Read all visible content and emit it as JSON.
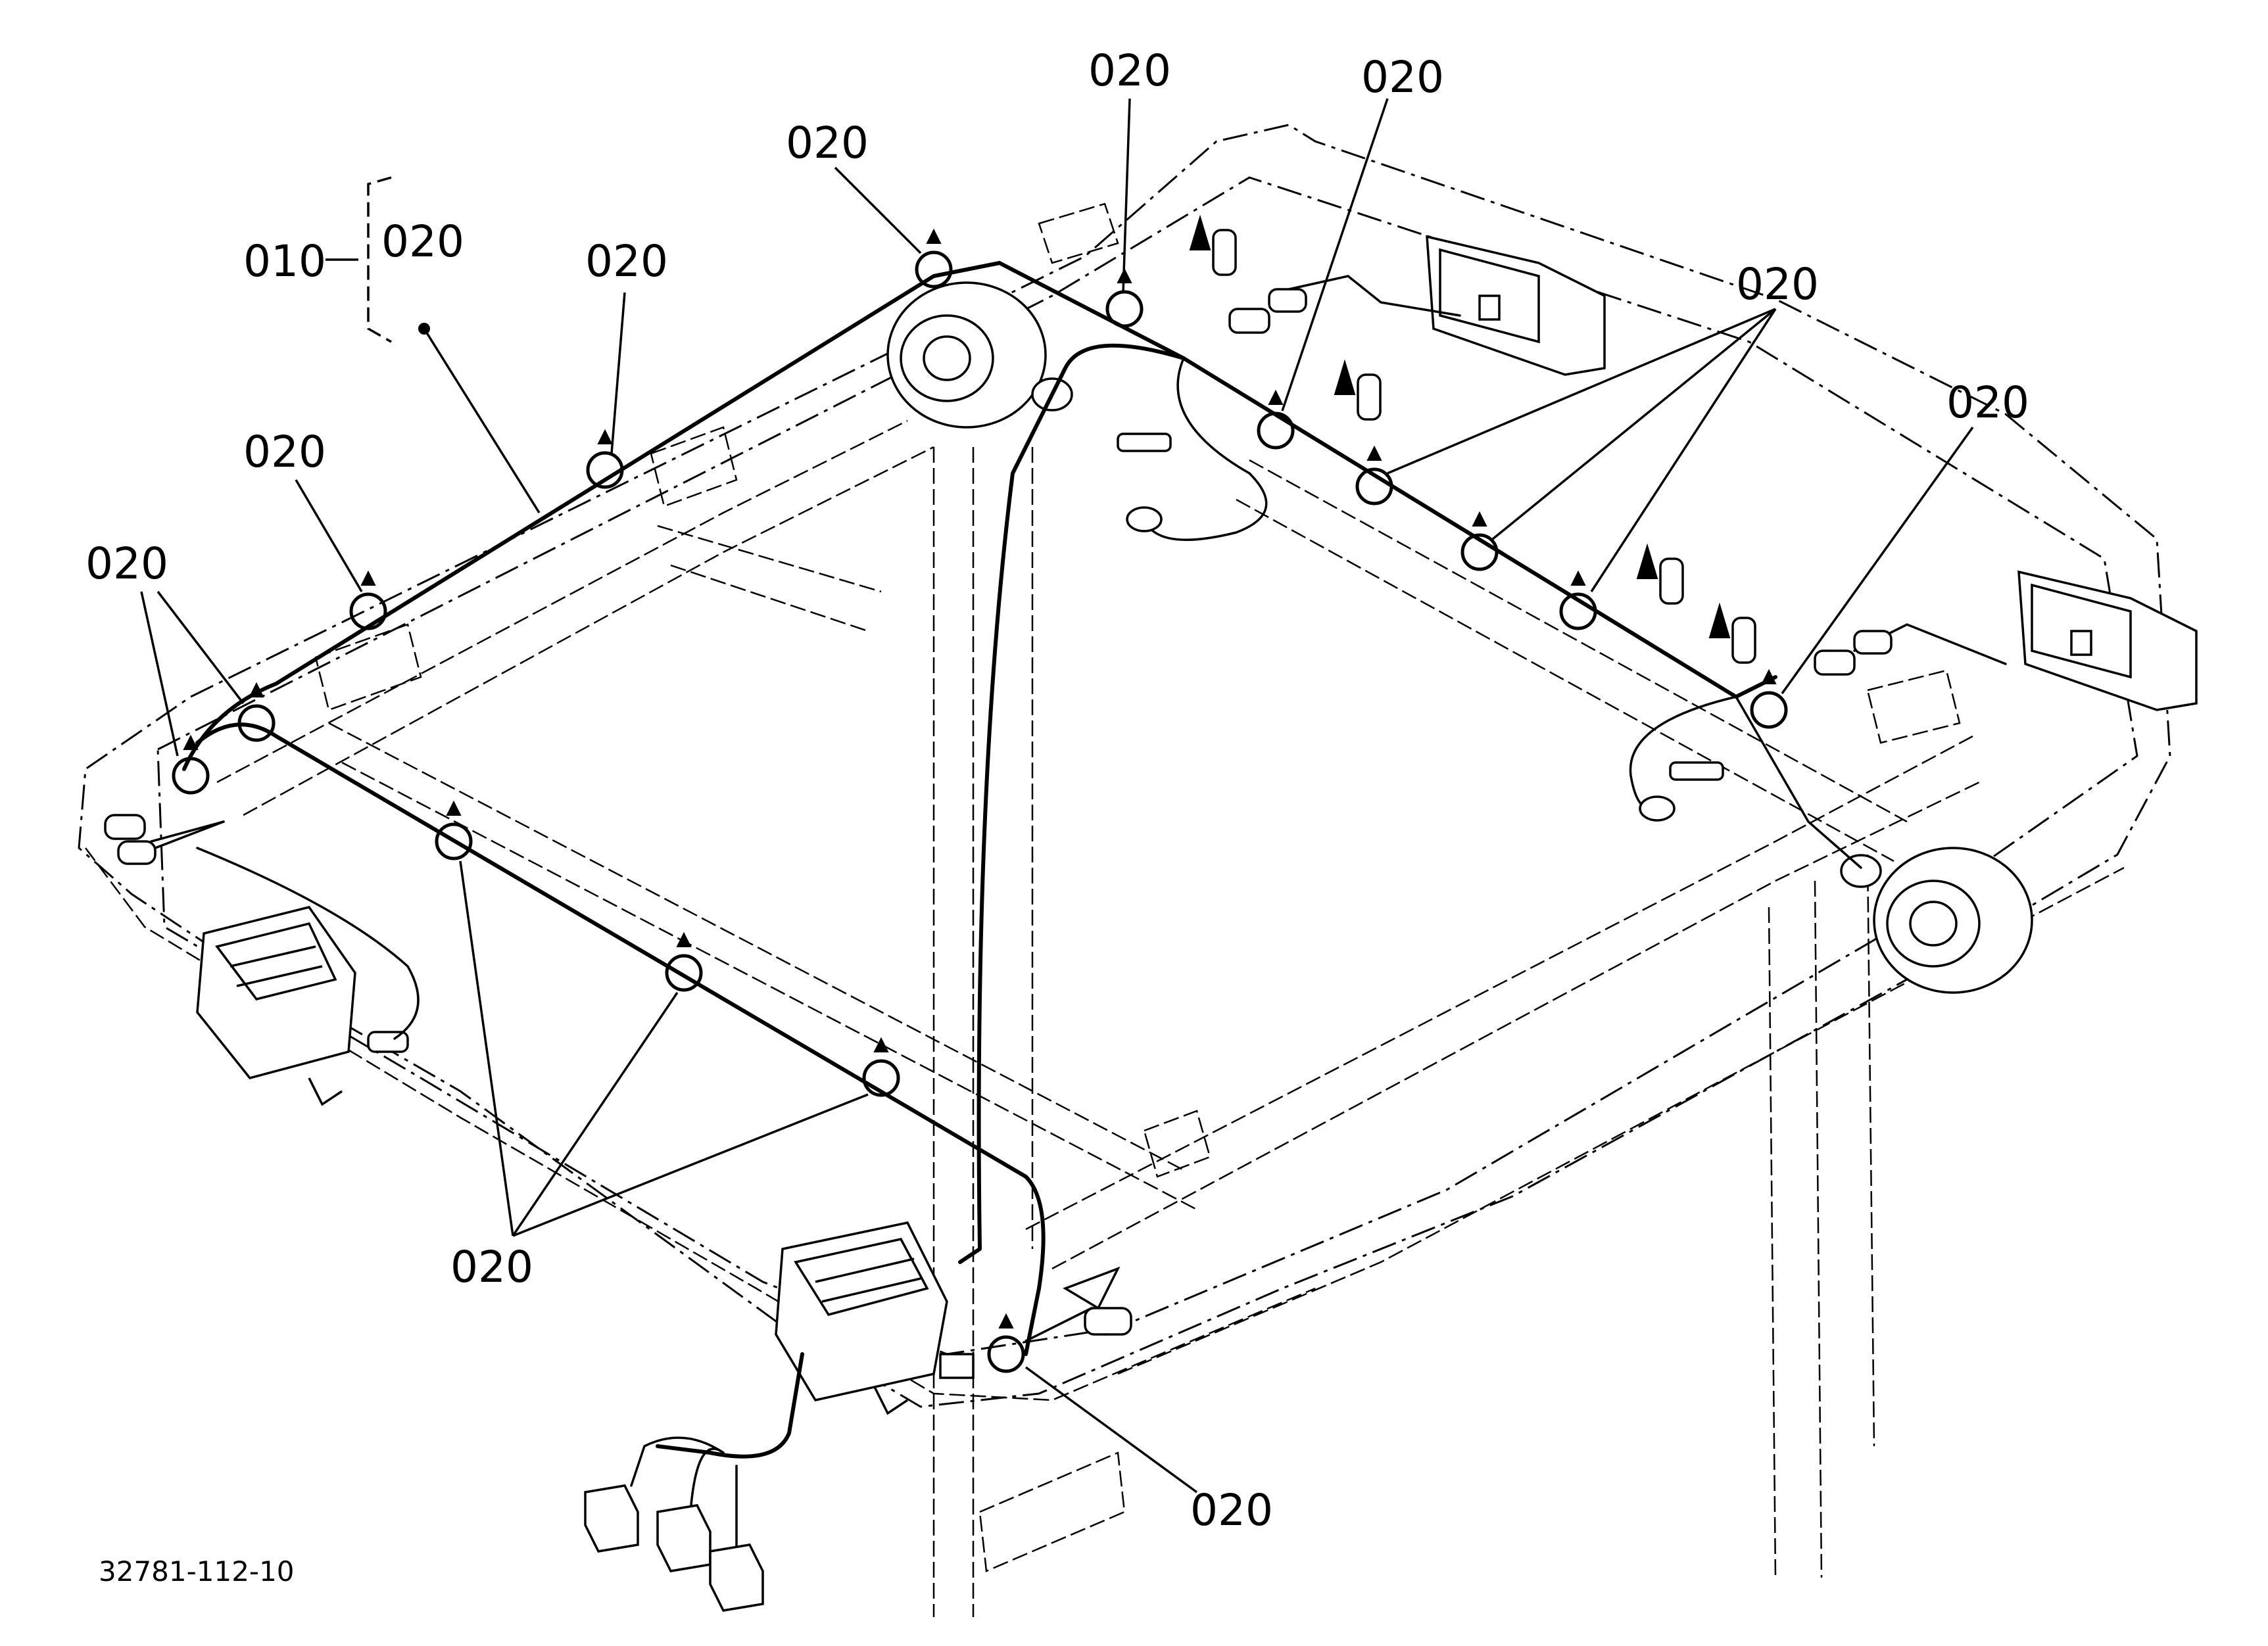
{
  "labels": {
    "assembly_code": "010",
    "part_code": "020"
  },
  "drawing_number": "32781-112-10"
}
